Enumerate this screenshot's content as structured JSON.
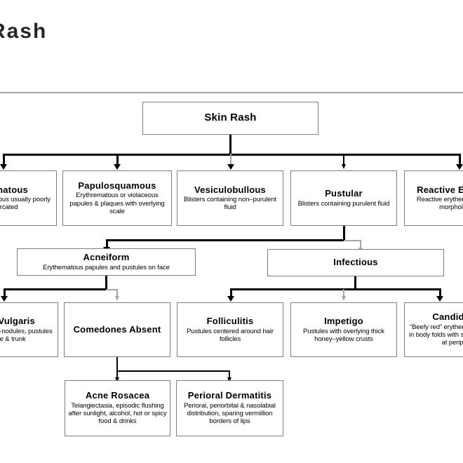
{
  "slide": {
    "title": "Rash"
  },
  "chart_data": {
    "type": "diagram",
    "diagram_kind": "flowchart-tree",
    "title": "Skin Rash",
    "orientation": "top-down",
    "levels": 5
  },
  "nodes": {
    "root": {
      "title": "Skin Rash",
      "desc": ""
    },
    "level2": [
      {
        "id": "eczematous",
        "title": "Eczematous",
        "desc": "Scaly/Erythematous usually poorly demarcated"
      },
      {
        "id": "papulosquamous",
        "title": "Papulosquamous",
        "desc": "Erythrematous or violaceous papules & plaques with overlying scale"
      },
      {
        "id": "vesiculobullous",
        "title": "Vesiculobullous",
        "desc": "Blisters containing non–purulent fluid"
      },
      {
        "id": "pustular",
        "title": "Pustular",
        "desc": "Blisters containing purulent fluid"
      },
      {
        "id": "reactive",
        "title": "Reactive Erythema",
        "desc": "Reactive erythema of various morphologies"
      }
    ],
    "level3": [
      {
        "id": "acneiform",
        "title": "Acneiform",
        "desc": "Erythematous papules and pustules on face"
      },
      {
        "id": "infectious",
        "title": "Infectious",
        "desc": ""
      }
    ],
    "level4": [
      {
        "id": "acne-vulgaris",
        "title": "Acne Vulgaris",
        "desc": "Comedones +/–nodules, pustules on face & trunk"
      },
      {
        "id": "comedones-absent",
        "title": "Comedones Absent",
        "desc": ""
      },
      {
        "id": "folliculitis",
        "title": "Folliculitis",
        "desc": "Pustules centered around hair follicles"
      },
      {
        "id": "impetigo",
        "title": "Impetigo",
        "desc": "Pustules with overlying thick honey–yellow crusts"
      },
      {
        "id": "candidiasis",
        "title": "Candidiasis",
        "desc": "“Beefy red” erythematous patches in body folds with satellite pustules at periphery"
      }
    ],
    "level5": [
      {
        "id": "acne-rosacea",
        "title": "Acne Rosacea",
        "desc": "Telangiectasia, episodic flushing after sunlight, alcohol, hot or spicy food & drinks"
      },
      {
        "id": "perioral-dermatitis",
        "title": "Perioral Dermatitis",
        "desc": "Perioral, periorbital & nasolabial distribution, sparing vermillion borders of lips"
      }
    ]
  },
  "colors": {
    "box_border": "#7f7f7f",
    "connector_primary": "#000000",
    "connector_secondary": "#a6a6a6",
    "rule": "#a6a6a6",
    "title_text": "#262626",
    "background": "#ffffff"
  }
}
